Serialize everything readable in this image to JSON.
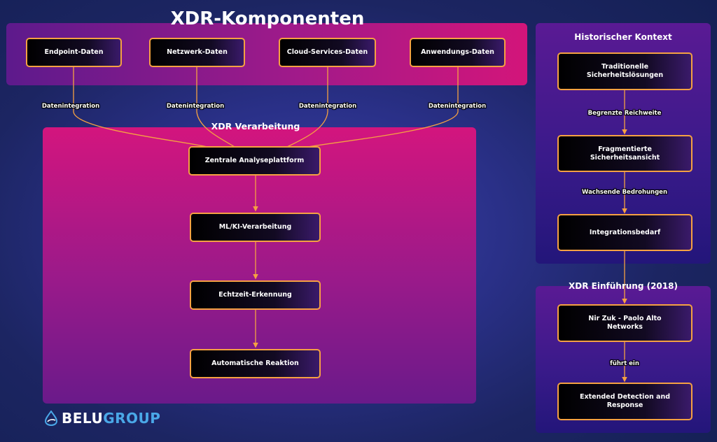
{
  "main_title": "XDR-Komponenten",
  "data_sources": [
    {
      "label": "Endpoint-Daten",
      "edge_label": "Datenintegration"
    },
    {
      "label": "Netzwerk-Daten",
      "edge_label": "Datenintegration"
    },
    {
      "label": "Cloud-Services-Daten",
      "edge_label": "Datenintegration"
    },
    {
      "label": "Anwendungs-Daten",
      "edge_label": "Datenintegration"
    }
  ],
  "processing": {
    "title": "XDR Verarbeitung",
    "steps": [
      "Zentrale Analyseplattform",
      "ML/KI-Verarbeitung",
      "Echtzeit-Erkennung",
      "Automatische Reaktion"
    ]
  },
  "history": {
    "title": "Historischer Kontext",
    "steps": [
      "Traditionelle\nSicherheitslösungen",
      "Fragmentierte\nSicherheitsansicht",
      "Integrationsbedarf"
    ],
    "edge_labels": [
      "Begrenzte Reichweite",
      "Wachsende Bedrohungen"
    ]
  },
  "introduction": {
    "title": "XDR Einführung (2018)",
    "steps": [
      "Nir Zuk - Paolo Alto\nNetworks",
      "Extended Detection and\nResponse"
    ],
    "edge_label": "führt ein"
  },
  "logo": {
    "part1": "BELU",
    "part2": "GROUP"
  },
  "colors": {
    "node_border": "#f5a142",
    "connector": "#f5a142",
    "panel_magenta": "#d3157a",
    "panel_purple": "#5a1a94",
    "logo_blue": "#4aa8e8"
  }
}
